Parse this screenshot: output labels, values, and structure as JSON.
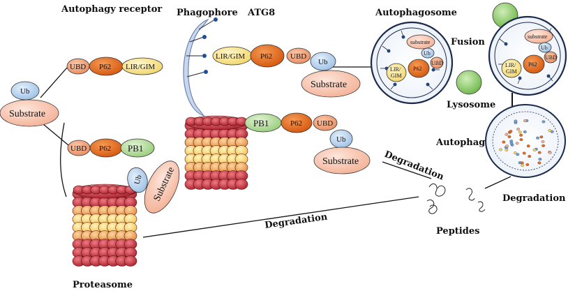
{
  "labels": {
    "autophagy_receptor": "Autophagy receptor",
    "phagophore": "Phagophore",
    "atg8": "ATG8",
    "autophagosome": "Autophagosome",
    "fusion": "Fusion",
    "lysosome": "Lysosome",
    "autophagy": "Autophagy",
    "degradation": "Degradation",
    "peptides": "Peptides",
    "proteasome": "Proteasome"
  },
  "molecules": {
    "ub": "Ub",
    "substrate": "Substrate",
    "substrate_small": "substrate",
    "ubd": "UBD",
    "p62": "P62",
    "lir_gim": "LIR/GIM",
    "lir": "LIR/",
    "gim": "GIM",
    "pb1": "PB1"
  },
  "colors": {
    "ubd": "#f2a57e",
    "p62": "#e46a1f",
    "lir_gim": "#fbe89a",
    "pb1": "#b8e0a0",
    "ub": "#bcd6f0",
    "substrate": "#fbc9b4",
    "lysosome": "#8fcf6a",
    "phagophore": "#c8d7ef",
    "proteasome": "#c4303b"
  }
}
